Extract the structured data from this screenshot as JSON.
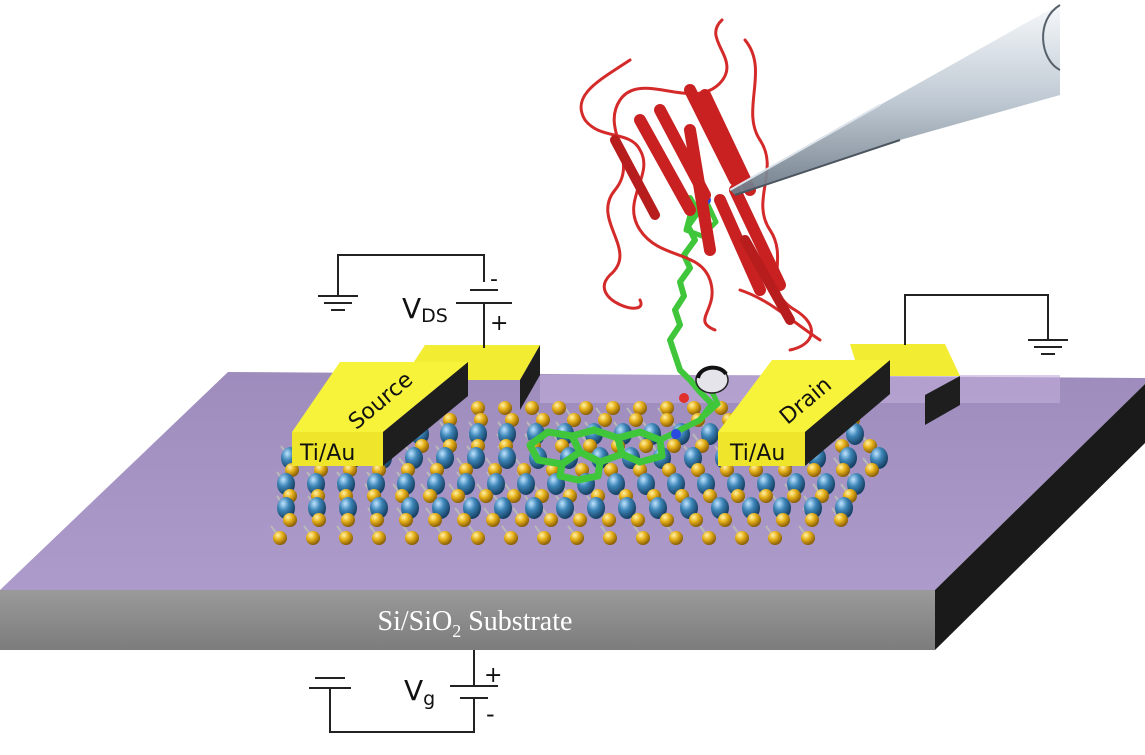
{
  "substrate": {
    "label": "Si/SiO",
    "subscript": "2",
    "suffix": " Substrate"
  },
  "electrodes": {
    "source": {
      "name": "Source",
      "material": "Ti/Au"
    },
    "drain": {
      "name": "Drain",
      "material": "Ti/Au"
    }
  },
  "voltages": {
    "drain_source": {
      "main": "V",
      "sub": "DS",
      "minus": "-",
      "plus": "+"
    },
    "gate": {
      "main": "V",
      "sub": "g",
      "minus": "-",
      "plus": "+"
    }
  },
  "colors": {
    "substrate_top": "#a593c2",
    "substrate_front": "#8c8c8c",
    "substrate_side": "#1a1a1a",
    "electrode_top": "#f7f23a",
    "electrode_side": "#1e1e1e",
    "sulfur_atom": "#e7b21c",
    "metal_atom": "#3d86b8",
    "protein_ribbon": "#d42a2a",
    "linker_molecule": "#3fc63a",
    "wire": "#222222"
  }
}
